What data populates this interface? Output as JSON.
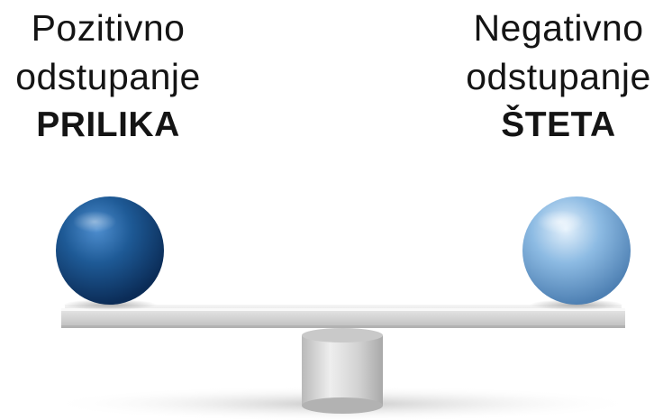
{
  "left_label": {
    "line1": "Pozitivno",
    "line2": "odstupanje",
    "emphasis": "PRILIKA"
  },
  "right_label": {
    "line1": "Negativno",
    "line2": "odstupanje",
    "emphasis": "ŠTETA"
  },
  "colors": {
    "left_ball": "#1e5a96",
    "right_ball": "#8dbbe3",
    "plank": "#e9e9e9",
    "fulcrum": "#d6d6d6",
    "text": "#141414"
  }
}
